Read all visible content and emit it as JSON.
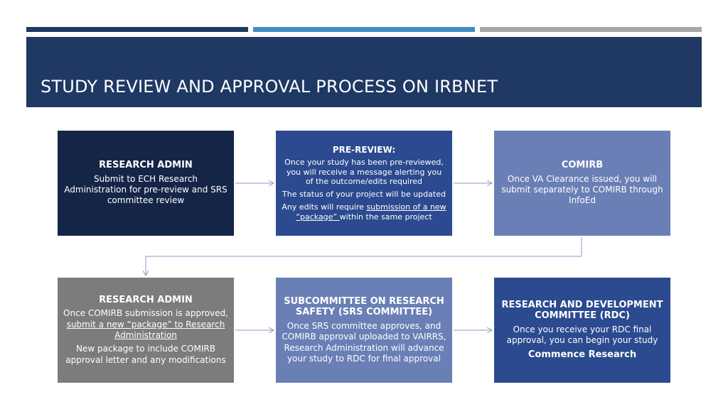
{
  "header": {
    "title": "STUDY REVIEW AND APPROVAL PROCESS ON IRBNET"
  },
  "steps": [
    {
      "heading": "RESEARCH ADMIN",
      "lines": [
        "Submit to ECH Research Administration for pre-review and SRS committee review"
      ]
    },
    {
      "heading": "PRE-REVIEW:",
      "line1": "Once your study has been pre-reviewed, you will receive a message alerting you of the outcome/edits required",
      "line2": "The status of your project will be updated",
      "line3_pre": "Any edits will require ",
      "line3_link": "submission of a new “package” ",
      "line3_post": "within the same project"
    },
    {
      "heading": "COMIRB",
      "lines": [
        "Once VA Clearance issued, you will submit separately to COMIRB through InfoEd"
      ]
    },
    {
      "heading": "RESEARCH ADMIN",
      "line1_pre": "Once COMIRB submission is approved, ",
      "line1_link": "submit a new “package” to Research Administration",
      "line2": "New package to include COMIRB approval letter and any modifications"
    },
    {
      "heading": "SUBCOMMITTEE ON RESEARCH SAFETY (SRS COMMITTEE)",
      "lines": [
        "Once SRS committee approves, and COMIRB approval uploaded to VAIRRS, Research Administration will advance your study to RDC for final approval"
      ]
    },
    {
      "heading": "RESEARCH AND DEVELOPMENT COMMITTEE (RDC)",
      "line1": "Once you receive your RDC final approval, you can begin your study",
      "line2": "Commence Research"
    }
  ],
  "colors": {
    "navy": "#1f3864",
    "darkest": "#152548",
    "mid_blue": "#2b4a8f",
    "light_blue": "#6a7fb5",
    "gray": "#7c7c7c",
    "accent_blue": "#3f8fc4",
    "accent_gray": "#a6a6a6",
    "connector": "#8b9ac4"
  }
}
